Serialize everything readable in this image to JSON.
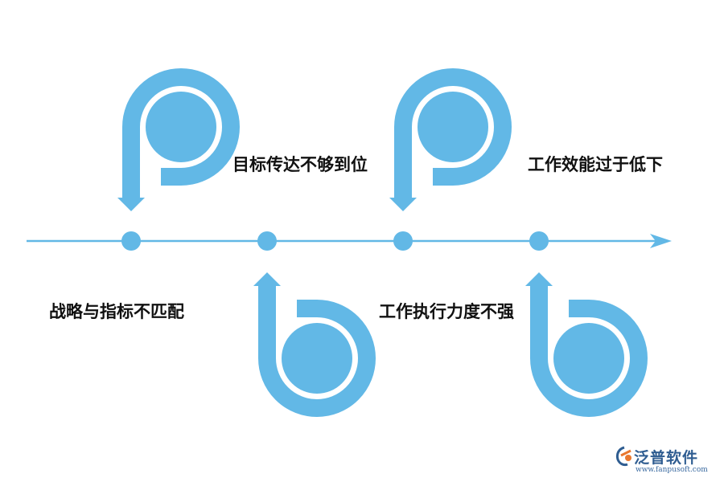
{
  "colors": {
    "accent": "#62b8e6",
    "text": "#111111",
    "brand": "#2f5d91"
  },
  "labels": {
    "strategy_mismatch": "战略与指标不匹配",
    "goal_not_conveyed": "目标传达不够到位",
    "weak_execution": "工作执行力度不强",
    "low_efficiency": "工作效能过于低下"
  },
  "brand": {
    "name": "泛普软件",
    "url": "www.fanpusoft.com",
    "logo_icon": "fanpu-logo-icon"
  }
}
